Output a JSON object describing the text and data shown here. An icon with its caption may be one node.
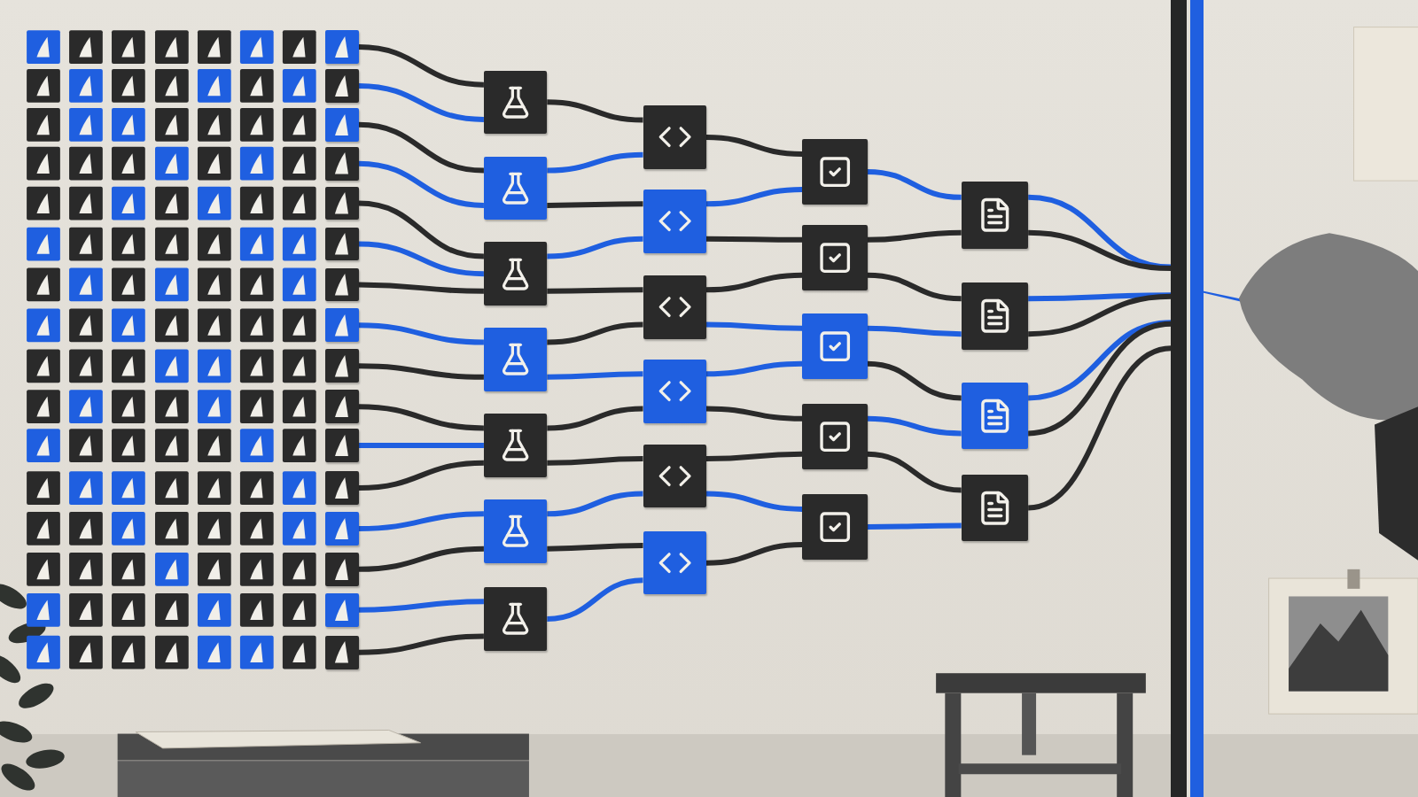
{
  "diagram": {
    "nodes": [
      {
        "text": [],
        "shape": "box"
      },
      {
        "text": [],
        "shape": "box"
      },
      {
        "text": [],
        "shape": "box"
      },
      {
        "text": [],
        "shape": "box"
      },
      {
        "text": [],
        "shape": "box"
      },
      {
        "text": [],
        "shape": "box"
      },
      {
        "text": [],
        "shape": "box"
      },
      {
        "text": [],
        "shape": "box"
      },
      {
        "text": [],
        "shape": "box"
      },
      {
        "text": [],
        "shape": "box"
      },
      {
        "text": [],
        "shape": "box"
      },
      {
        "text": [],
        "shape": "box"
      },
      {
        "text": [],
        "shape": "box"
      },
      {
        "text": [],
        "shape": "box"
      },
      {
        "text": [],
        "shape": "box"
      },
      {
        "text": [],
        "shape": "box"
      },
      {
        "text": [],
        "shape": "box"
      },
      {
        "text": [],
        "shape": "box"
      },
      {
        "text": [],
        "shape": "box"
      },
      {
        "text": [],
        "shape": "box"
      },
      {
        "text": [],
        "shape": "box"
      },
      {
        "text": [],
        "shape": "box"
      },
      {
        "text": [],
        "shape": "box"
      },
      {
        "text": [],
        "shape": "box"
      },
      {
        "text": [],
        "shape": "box"
      },
      {
        "text": [],
        "shape": "box"
      },
      {
        "text": [],
        "shape": "box"
      },
      {
        "text": [],
        "shape": "box"
      },
      {
        "text": [],
        "shape": "box"
      },
      {
        "text": [],
        "shape": "box"
      },
      {
        "text": [],
        "shape": "box"
      },
      {
        "text": [],
        "shape": "box"
      },
      {
        "text": [],
        "shape": "box"
      },
      {
        "text": [],
        "shape": "box"
      },
      {
        "text": [],
        "shape": "box"
      },
      {
        "text": [],
        "shape": "box"
      },
      {
        "text": [],
        "shape": "box"
      },
      {
        "text": [],
        "shape": "box"
      },
      {
        "text": [],
        "shape": "bar"
      }
    ],
    "edges": [
      {
        "from": 0,
        "to": 16,
        "arrow": "none"
      },
      {
        "from": 1,
        "to": 16,
        "arrow": "none",
        "color": "#1f5fe0"
      },
      {
        "from": 2,
        "to": 17,
        "arrow": "none"
      },
      {
        "from": 3,
        "to": 17,
        "arrow": "none",
        "color": "#1f5fe0"
      },
      {
        "from": 4,
        "to": 18,
        "arrow": "none"
      },
      {
        "from": 5,
        "to": 18,
        "arrow": "none",
        "color": "#1f5fe0"
      },
      {
        "from": 6,
        "to": 18,
        "arrow": "none"
      },
      {
        "from": 7,
        "to": 19,
        "arrow": "none",
        "color": "#1f5fe0"
      },
      {
        "from": 8,
        "to": 19,
        "arrow": "none"
      },
      {
        "from": 9,
        "to": 20,
        "arrow": "none"
      },
      {
        "from": 10,
        "to": 20,
        "arrow": "none",
        "color": "#1f5fe0"
      },
      {
        "from": 11,
        "to": 20,
        "arrow": "none"
      },
      {
        "from": 12,
        "to": 21,
        "arrow": "none",
        "color": "#1f5fe0"
      },
      {
        "from": 13,
        "to": 21,
        "arrow": "none"
      },
      {
        "from": 14,
        "to": 22,
        "arrow": "none",
        "color": "#1f5fe0"
      },
      {
        "from": 15,
        "to": 22,
        "arrow": "none"
      },
      {
        "from": 16,
        "to": 23,
        "arrow": "none"
      },
      {
        "from": 17,
        "to": 23,
        "arrow": "none",
        "color": "#1f5fe0"
      },
      {
        "from": 17,
        "to": 24,
        "arrow": "none"
      },
      {
        "from": 18,
        "to": 24,
        "arrow": "none",
        "color": "#1f5fe0"
      },
      {
        "from": 18,
        "to": 25,
        "arrow": "none"
      },
      {
        "from": 19,
        "to": 25,
        "arrow": "none"
      },
      {
        "from": 19,
        "to": 26,
        "arrow": "none",
        "color": "#1f5fe0"
      },
      {
        "from": 20,
        "to": 26,
        "arrow": "none"
      },
      {
        "from": 20,
        "to": 27,
        "arrow": "none"
      },
      {
        "from": 21,
        "to": 27,
        "arrow": "none",
        "color": "#1f5fe0"
      },
      {
        "from": 21,
        "to": 28,
        "arrow": "none"
      },
      {
        "from": 22,
        "to": 28,
        "arrow": "none",
        "color": "#1f5fe0"
      },
      {
        "from": 23,
        "to": 29,
        "arrow": "none"
      },
      {
        "from": 24,
        "to": 29,
        "arrow": "none",
        "color": "#1f5fe0"
      },
      {
        "from": 24,
        "to": 30,
        "arrow": "none"
      },
      {
        "from": 25,
        "to": 30,
        "arrow": "none"
      },
      {
        "from": 25,
        "to": 31,
        "arrow": "none",
        "color": "#1f5fe0"
      },
      {
        "from": 26,
        "to": 31,
        "arrow": "none",
        "color": "#1f5fe0"
      },
      {
        "from": 26,
        "to": 32,
        "arrow": "none"
      },
      {
        "from": 27,
        "to": 32,
        "arrow": "none"
      },
      {
        "from": 27,
        "to": 33,
        "arrow": "none",
        "color": "#1f5fe0"
      },
      {
        "from": 28,
        "to": 33,
        "arrow": "none"
      },
      {
        "from": 29,
        "to": 34,
        "arrow": "none",
        "color": "#1f5fe0"
      },
      {
        "from": 30,
        "to": 34,
        "arrow": "none"
      },
      {
        "from": 30,
        "to": 35,
        "arrow": "none"
      },
      {
        "from": 31,
        "to": 35,
        "arrow": "none",
        "color": "#1f5fe0"
      },
      {
        "from": 31,
        "to": 36,
        "arrow": "none"
      },
      {
        "from": 32,
        "to": 36,
        "arrow": "none",
        "color": "#1f5fe0"
      },
      {
        "from": 32,
        "to": 37,
        "arrow": "none"
      },
      {
        "from": 33,
        "to": 37,
        "arrow": "none",
        "color": "#1f5fe0"
      },
      {
        "from": 34,
        "to": 38,
        "arrow": "none",
        "color": "#1f5fe0"
      },
      {
        "from": 34,
        "to": 38,
        "arrow": "none"
      },
      {
        "from": 35,
        "to": 38,
        "arrow": "none",
        "color": "#1f5fe0"
      },
      {
        "from": 35,
        "to": 38,
        "arrow": "none"
      },
      {
        "from": 36,
        "to": 38,
        "arrow": "none",
        "color": "#1f5fe0"
      },
      {
        "from": 36,
        "to": 38,
        "arrow": "none"
      },
      {
        "from": 37,
        "to": 38,
        "arrow": "none"
      }
    ]
  }
}
